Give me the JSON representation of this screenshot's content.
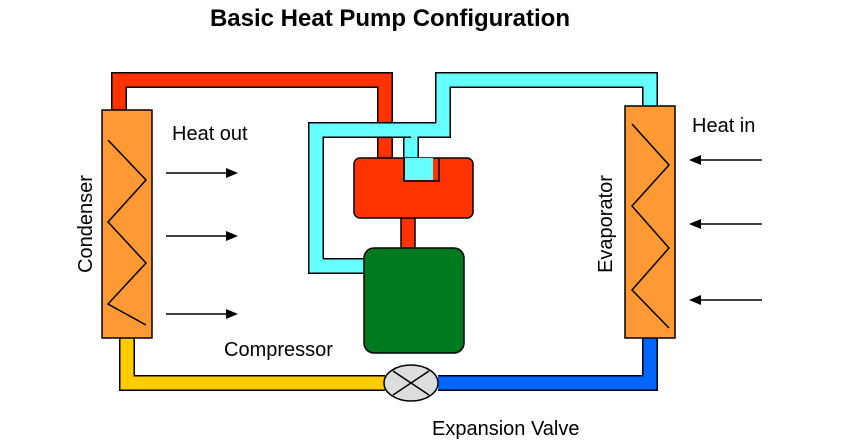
{
  "title": "Basic Heat Pump Configuration",
  "labels": {
    "heat_out": "Heat out",
    "heat_in": "Heat in",
    "condenser": "Condenser",
    "evaporator": "Evaporator",
    "compressor": "Compressor",
    "expansion_valve": "Expansion Valve"
  },
  "colors": {
    "hot_pipe": "#ff3300",
    "cold_pipe": "#66ffff",
    "warm_liquid_pipe": "#ffcc00",
    "cold_liquid_pipe": "#0066ff",
    "coil_box": "#ff9933",
    "compressor_motor": "#007a1f",
    "compressor_head": "#ff3300",
    "valve": "#dddddd"
  }
}
